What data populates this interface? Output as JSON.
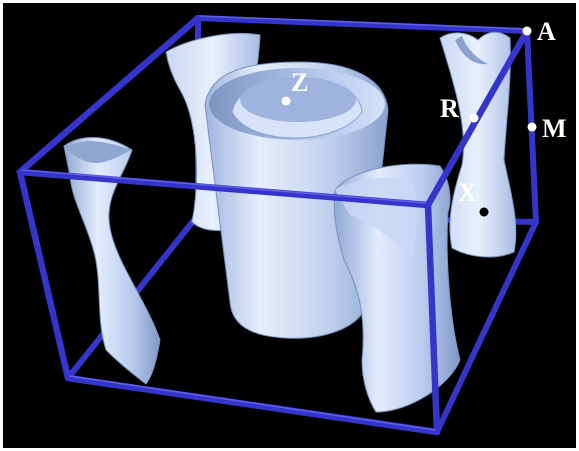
{
  "colors": {
    "background": "#000000",
    "frame": "#3535cc",
    "frame_highlight": "#6a6af0",
    "surface_light": "#dce8fb",
    "surface_mid": "#b3c8ea",
    "surface_dark": "#7f98c6",
    "point_white": "#ffffff",
    "point_black": "#000000"
  },
  "points": {
    "A": {
      "label": "A"
    },
    "M": {
      "label": "M"
    },
    "R": {
      "label": "R"
    },
    "X": {
      "label": "X"
    },
    "Z": {
      "label": "Z"
    }
  }
}
